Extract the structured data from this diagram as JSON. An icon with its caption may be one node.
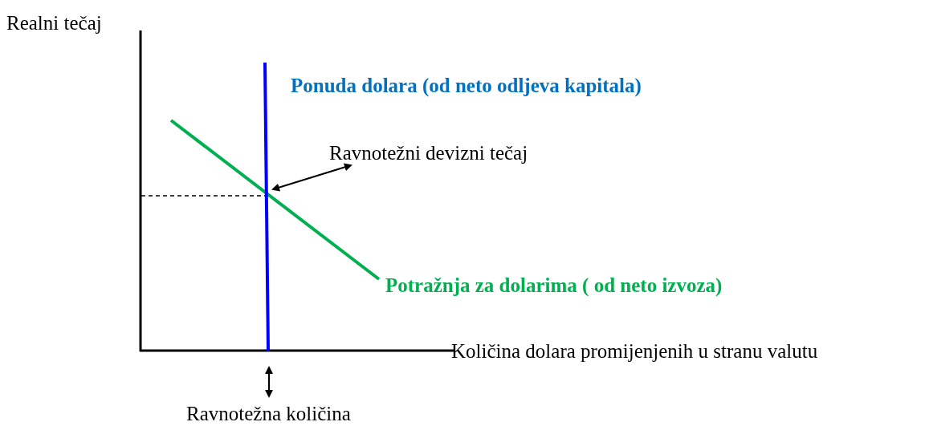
{
  "diagram": {
    "nodes": [
      {
        "text": [
          "Ravnotežni devizni tečaj"
        ]
      },
      {
        "text": [
          "Ravnotežna količina"
        ]
      }
    ],
    "edges": [
      {
        "from": 0,
        "to": null,
        "arrow": "both"
      },
      {
        "from": 1,
        "to": null,
        "arrow": "both"
      }
    ],
    "labels": [
      "Realni tečaj",
      "Ponuda dolara (od neto odljeva kapitala)",
      "Potražnja za dolarima ( od neto izvoza)",
      "Količina dolara promijenjenih u stranu valutu"
    ]
  }
}
